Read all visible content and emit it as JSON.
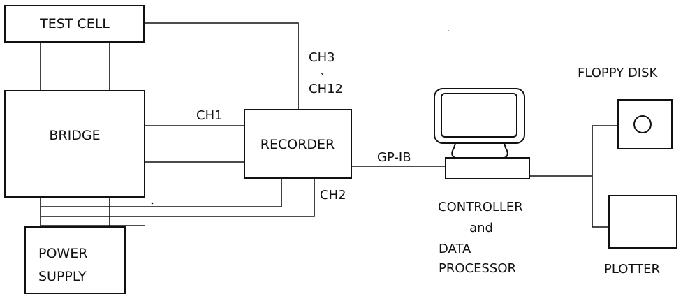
{
  "blocks": {
    "test_cell": "TEST CELL",
    "bridge": "BRIDGE",
    "power_supply_line1": "POWER",
    "power_supply_line2": "SUPPLY",
    "recorder": "RECORDER",
    "floppy_disk": "FLOPPY DISK",
    "plotter": "PLOTTER",
    "controller_line1": "CONTROLLER",
    "controller_line2": "and",
    "controller_line3": "DATA",
    "controller_line4": "PROCESSOR"
  },
  "channels": {
    "ch1": "CH1",
    "ch2": "CH2",
    "ch3": "CH3",
    "ch_range_mark": "ˎ",
    "ch12": "CH12",
    "bus": "GP-IB"
  }
}
